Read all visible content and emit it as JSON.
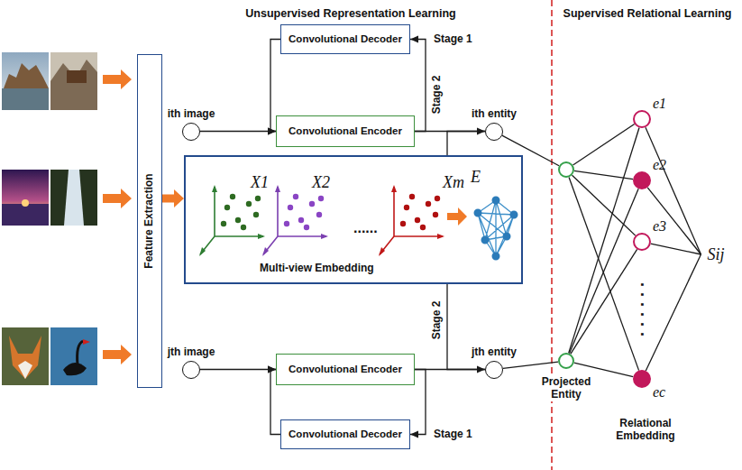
{
  "diagram": {
    "nodes": [
      {
        "text": [
          "Convolutional Decoder"
        ]
      },
      {
        "text": [
          "ith image"
        ]
      },
      {
        "text": [
          "Convolutional Encoder"
        ]
      },
      {
        "text": [
          "ith entity"
        ]
      },
      {
        "text": [
          "Feature Extraction"
        ]
      },
      {
        "text": [
          "X1",
          "X2",
          "......",
          "Xm",
          "E",
          "Multi-view Embedding"
        ]
      },
      {
        "text": [
          "jth image"
        ]
      },
      {
        "text": [
          "Convolutional Encoder"
        ]
      },
      {
        "text": [
          "jth entity"
        ]
      },
      {
        "text": [
          "Convolutional Decoder"
        ]
      },
      {
        "text": []
      },
      {
        "text": [
          "Projected Entity"
        ]
      },
      {
        "text": [
          "e1"
        ]
      },
      {
        "text": [
          "e2"
        ]
      },
      {
        "text": [
          "e3"
        ]
      },
      {
        "text": [
          "ec"
        ]
      },
      {
        "text": [
          "Sij"
        ]
      }
    ],
    "edges": [
      {
        "from": 1,
        "to": 2,
        "arrow": "to"
      },
      {
        "from": 0,
        "to": 2,
        "arrow": "to"
      },
      {
        "from": 2,
        "to": 3,
        "arrow": "none"
      },
      {
        "from": 2,
        "to": 0,
        "label": "Stage 1",
        "arrow": "to"
      },
      {
        "from": 4,
        "to": 5,
        "arrow": "to"
      },
      {
        "from": 6,
        "to": 7,
        "arrow": "to"
      },
      {
        "from": 9,
        "to": 7,
        "arrow": "to"
      },
      {
        "from": 7,
        "to": 8,
        "arrow": "none"
      },
      {
        "from": 7,
        "to": 9,
        "label": "Stage 1",
        "arrow": "to"
      },
      {
        "from": 5,
        "to": 3,
        "label": "Stage 2",
        "arrow": "to"
      },
      {
        "from": 5,
        "to": 8,
        "label": "Stage 2",
        "arrow": "to"
      },
      {
        "from": 3,
        "to": 10,
        "arrow": "none"
      },
      {
        "from": 8,
        "to": 11,
        "arrow": "none"
      },
      {
        "from": 10,
        "to": 12,
        "arrow": "none"
      },
      {
        "from": 10,
        "to": 13,
        "arrow": "none"
      },
      {
        "from": 10,
        "to": 14,
        "arrow": "none"
      },
      {
        "from": 10,
        "to": 15,
        "arrow": "none"
      },
      {
        "from": 11,
        "to": 12,
        "arrow": "none"
      },
      {
        "from": 11,
        "to": 13,
        "arrow": "none"
      },
      {
        "from": 11,
        "to": 14,
        "arrow": "none"
      },
      {
        "from": 11,
        "to": 15,
        "arrow": "none"
      },
      {
        "from": 12,
        "to": 16,
        "arrow": "none"
      },
      {
        "from": 13,
        "to": 16,
        "arrow": "none"
      },
      {
        "from": 14,
        "to": 16,
        "arrow": "none"
      },
      {
        "from": 15,
        "to": 16,
        "arrow": "none"
      }
    ],
    "labels": [
      "Unsupervised Representation Learning",
      "Supervised Relational Learning",
      "......",
      "Relational Embedding"
    ]
  }
}
